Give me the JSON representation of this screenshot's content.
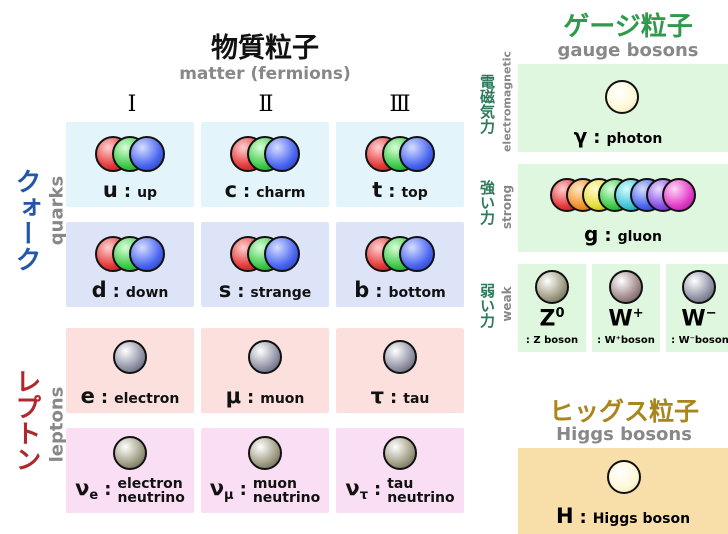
{
  "matter": {
    "title_jp": "物質粒子",
    "title_en": "matter (fermions)"
  },
  "generations": [
    "Ⅰ",
    "Ⅱ",
    "Ⅲ"
  ],
  "quarks": {
    "label_jp": "クォーク",
    "label_en": "quarks",
    "items": [
      {
        "symbol": "u",
        "name": "up"
      },
      {
        "symbol": "c",
        "name": "charm"
      },
      {
        "symbol": "t",
        "name": "top"
      },
      {
        "symbol": "d",
        "name": "down"
      },
      {
        "symbol": "s",
        "name": "strange"
      },
      {
        "symbol": "b",
        "name": "bottom"
      }
    ]
  },
  "leptons": {
    "label_jp": "レプトン",
    "label_en": "leptons",
    "items": [
      {
        "symbol": "e",
        "name": "electron"
      },
      {
        "symbol": "μ",
        "name": "muon"
      },
      {
        "symbol": "τ",
        "name": "tau"
      },
      {
        "symbol": "ν",
        "sub": "e",
        "name1": "electron",
        "name2": "neutrino"
      },
      {
        "symbol": "ν",
        "sub": "μ",
        "name1": "muon",
        "name2": "neutrino"
      },
      {
        "symbol": "ν",
        "sub": "τ",
        "name1": "tau",
        "name2": "neutrino"
      }
    ]
  },
  "gauge": {
    "title_jp": "ゲージ粒子",
    "title_en": "gauge bosons",
    "em": {
      "label_jp": "電磁気力",
      "label_en": "electromagnetic",
      "symbol": "γ",
      "name": "photon"
    },
    "strong": {
      "label_jp": "強い力",
      "label_en": "strong",
      "symbol": "g",
      "name": "gluon"
    },
    "weak": {
      "label_jp": "弱い力",
      "label_en": "weak",
      "items": [
        {
          "symbol": "Z",
          "sup": "0",
          "name": "Z boson"
        },
        {
          "symbol": "W",
          "sup": "+",
          "name": "W⁺boson"
        },
        {
          "symbol": "W",
          "sup": "−",
          "name": "W⁻boson"
        }
      ]
    }
  },
  "higgs": {
    "title_jp": "ヒッグス粒子",
    "title_en": "Higgs bosons",
    "symbol": "H",
    "name": "Higgs boson"
  },
  "colors": {
    "quark_top_bg": "#e3f4fa",
    "quark_bottom_bg": "#dde4f7",
    "lepton_top_bg": "#fbe0de",
    "lepton_bottom_bg": "#f9def4",
    "gauge_bg": "#dff6df",
    "higgs_bg": "#f8dfaa",
    "quark_label": "#2456a8",
    "lepton_label": "#b0282c",
    "gauge_title": "#2e9a4a",
    "higgs_title": "#a9861b"
  }
}
